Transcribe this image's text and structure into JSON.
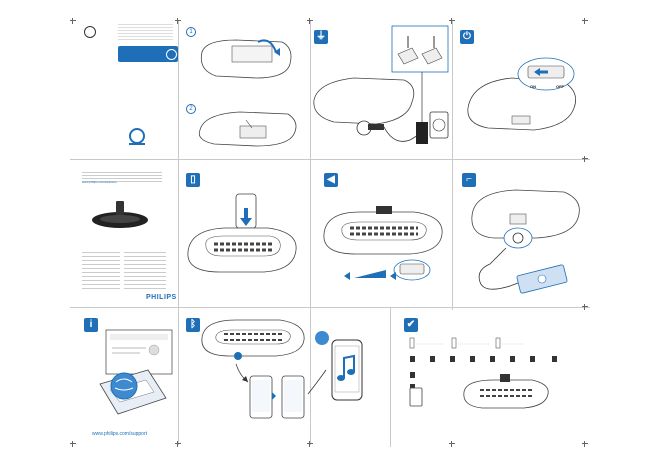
{
  "brand": {
    "name": "PHILIPS"
  },
  "steps": {
    "one": "1",
    "two": "2"
  },
  "sections": {
    "power_icon": "plug-icon",
    "onoff_icon": "power-icon",
    "dock_icon": "dock-icon",
    "volume_icon": "speaker-icon",
    "aux_icon": "aux-in-icon",
    "info_icon": "info-icon",
    "bluetooth_icon": "bluetooth-icon",
    "check_icon": "checkmark-icon"
  },
  "labels": {
    "on": "ON",
    "off": "OFF",
    "website_top": "www.philips.com/welcome",
    "website_bottom": "www.philips.com/support"
  },
  "colors": {
    "accent": "#1f6fb8",
    "line": "#333333",
    "panel": "#c9c9c9"
  }
}
